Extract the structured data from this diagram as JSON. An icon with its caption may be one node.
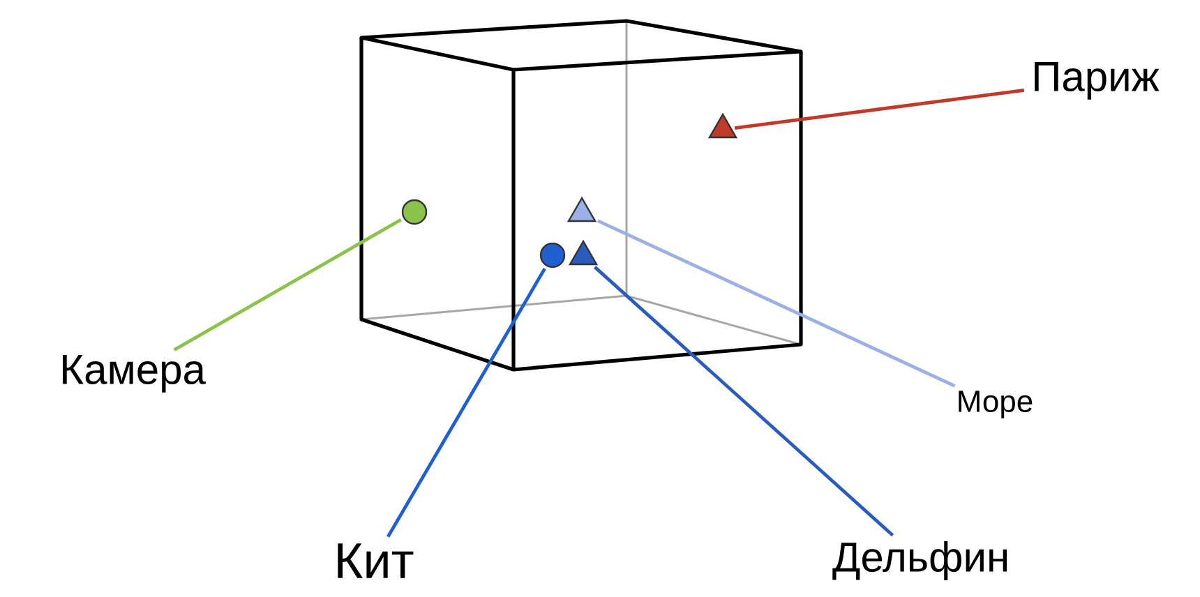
{
  "diagram": {
    "nodes": [
      {
        "text": [
          "Париж"
        ]
      },
      {
        "text": [],
        "shape": "triangle"
      },
      {
        "text": [],
        "shape": "circle"
      },
      {
        "text": [],
        "shape": "triangle"
      },
      {
        "text": [],
        "shape": "circle"
      },
      {
        "text": [],
        "shape": "triangle"
      },
      {
        "text": [
          "Камера"
        ]
      },
      {
        "text": [
          "Море"
        ]
      },
      {
        "text": [
          "Кит"
        ]
      },
      {
        "text": [
          "Дельфин"
        ]
      }
    ],
    "edges": [
      {
        "from": 0,
        "to": 1,
        "arrow": "none",
        "color": "#c0392b"
      },
      {
        "from": 6,
        "to": 2,
        "arrow": "none",
        "color": "#8bc34a"
      },
      {
        "from": 7,
        "to": 3,
        "arrow": "none",
        "color": "#9ab0e6"
      },
      {
        "from": 8,
        "to": 4,
        "arrow": "none",
        "color": "#1f5fd0"
      },
      {
        "from": 9,
        "to": 5,
        "arrow": "none",
        "color": "#2a5cc0"
      }
    ]
  }
}
